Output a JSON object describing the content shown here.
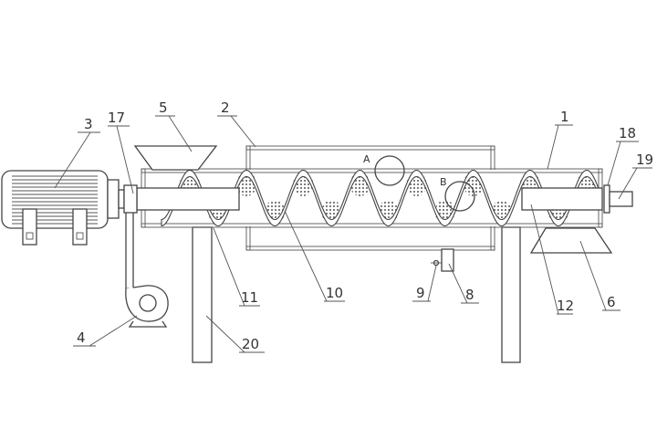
{
  "figure": {
    "labels": {
      "l1": "1",
      "l2": "2",
      "l3": "3",
      "l4": "4",
      "l5": "5",
      "l6": "6",
      "l8": "8",
      "l9": "9",
      "l10": "10",
      "l11": "11",
      "l12": "12",
      "l17": "17",
      "l18": "18",
      "l19": "19",
      "l20": "20"
    },
    "detail_marks": {
      "a": "A",
      "b": "B"
    },
    "helix_turns": 8
  }
}
